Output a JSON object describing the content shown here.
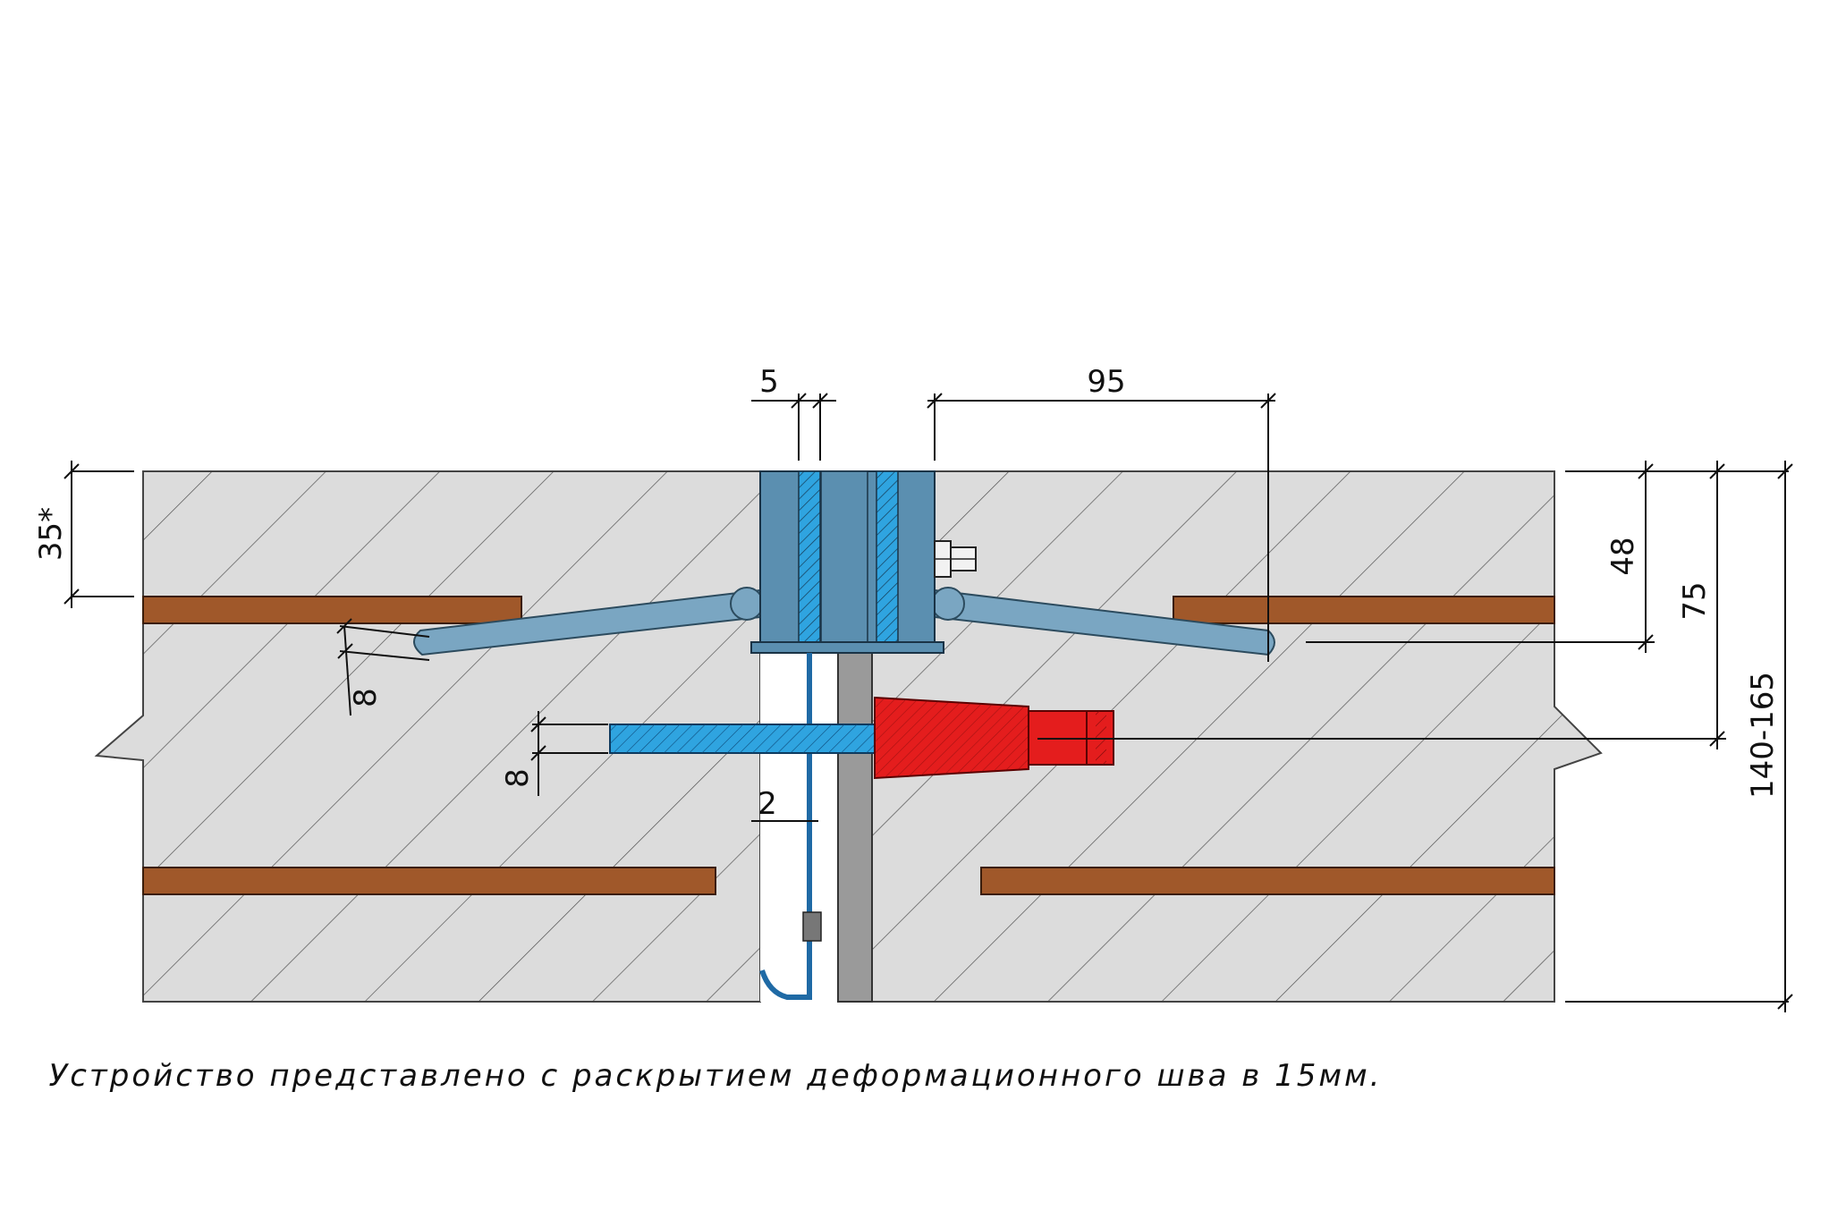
{
  "dimensions": {
    "gap": "5",
    "anchor_length": "95",
    "top_cover": "35*",
    "anchor_depth": "48",
    "bolt_depth": "75",
    "slab_thickness": "140-165",
    "anchor_diameter": "8",
    "bolt_diameter": "8",
    "sheet_thickness": "2"
  },
  "caption": "Устройство представлено с раскрытием деформационного шва в 15мм.",
  "colors": {
    "concrete": "#dcdcdc",
    "rebar": "#a0582a",
    "steel": "#5b8fb0",
    "anchor": "#7aa6c2",
    "bolt": "#2fa4e0",
    "dowel": "#e41d1d",
    "filler": "#9a9a9a"
  }
}
